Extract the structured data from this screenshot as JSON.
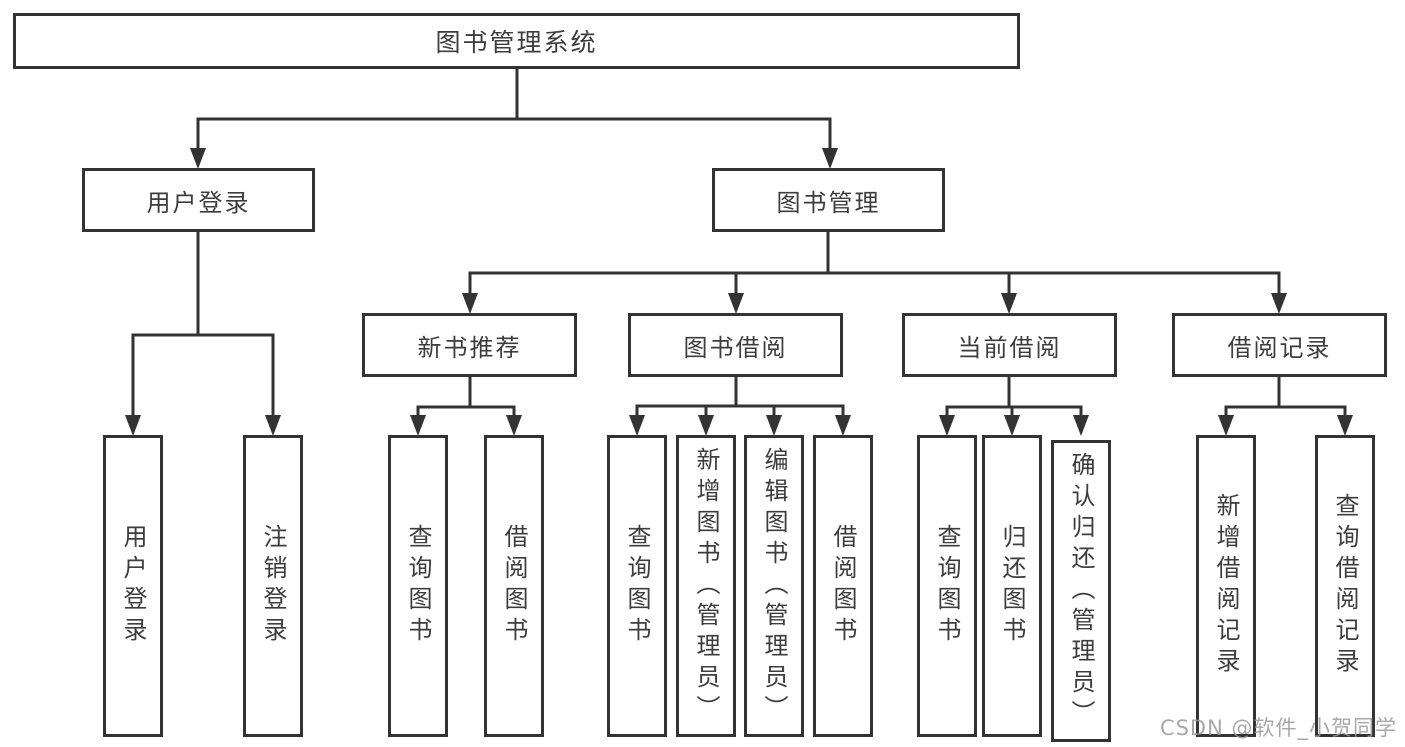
{
  "colors": {
    "line": "#333333",
    "text": "#3d3d3d",
    "background": "#ffffff",
    "watermark": "#999999"
  },
  "tree": {
    "root": "图书管理系统",
    "user_login": {
      "label": "用户登录",
      "children": [
        "用户登录",
        "注销登录"
      ]
    },
    "book_management": {
      "label": "图书管理",
      "sections": {
        "new_book_recommend": {
          "label": "新书推荐",
          "children": [
            "查询图书",
            "借阅图书"
          ]
        },
        "book_borrowing": {
          "label": "图书借阅",
          "children": [
            "查询图书",
            "新增图书（管理员）",
            "编辑图书（管理员）",
            "借阅图书"
          ]
        },
        "current_borrowing": {
          "label": "当前借阅",
          "children": [
            "查询图书",
            "归还图书",
            "确认归还（管理员）"
          ]
        },
        "borrowing_records": {
          "label": "借阅记录",
          "children": [
            "新增借阅记录",
            "查询借阅记录"
          ]
        }
      }
    }
  },
  "watermark": "CSDN @软件_小贺同学"
}
